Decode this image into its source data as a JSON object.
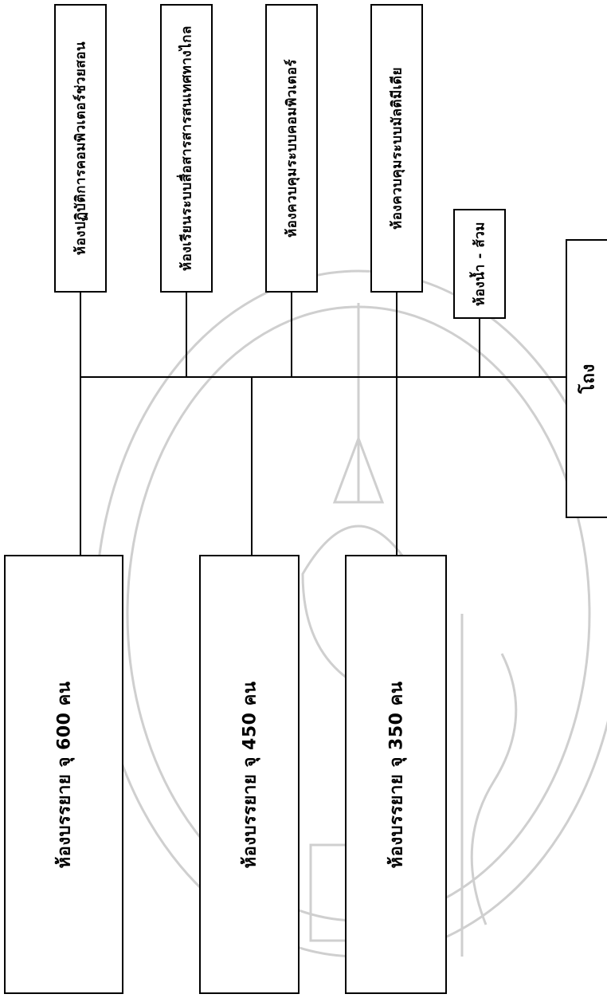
{
  "rooms_top": [
    {
      "label": "ห้องปฏิบัติการคอมพิวเตอร์ช่วยสอน"
    },
    {
      "label": "ห้องเรียนระบบสื่อสารสารสนเทศทางไกล"
    },
    {
      "label": "ห้องควบคุมระบบคอมพิวเตอร์"
    },
    {
      "label": "ห้องควบคุมระบบมัลติมีเดีย"
    },
    {
      "label": "ห้องน้ำ - ส้วม"
    }
  ],
  "rooms_bottom": [
    {
      "label": "ห้องบรรยาย จุ 600 คน"
    },
    {
      "label": "ห้องบรรยาย จุ 450 คน"
    },
    {
      "label": "ห้องบรรยาย จุ 350 คน"
    }
  ],
  "corridor": {
    "label": "โถง"
  },
  "colors": {
    "line": "#000000",
    "box_fill": "#ffffff",
    "watermark": "#c8c8c8"
  }
}
